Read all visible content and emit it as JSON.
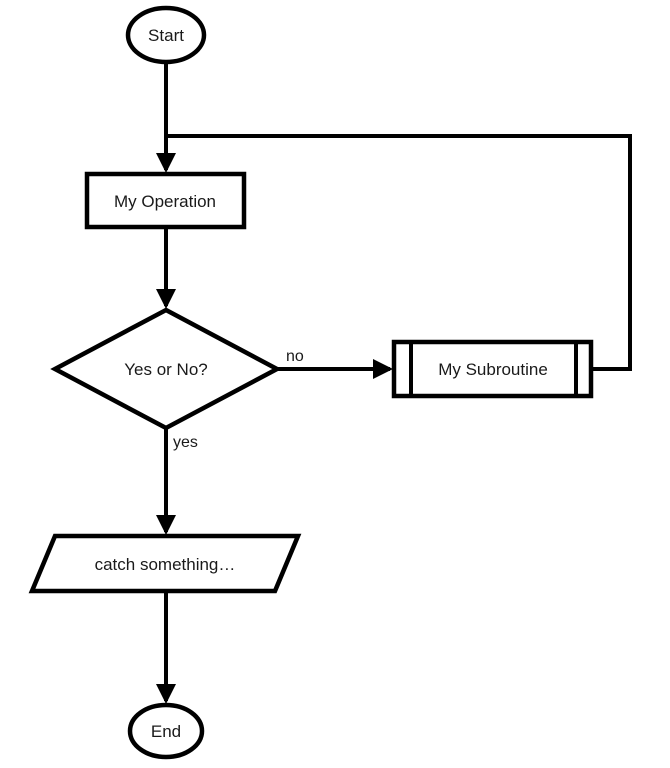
{
  "diagram": {
    "title": "flowchart",
    "colors": {
      "stroke": "#000000",
      "fill": "#ffffff",
      "text": "#1a1a1a"
    },
    "nodes": {
      "start": {
        "label": "Start",
        "type": "terminator"
      },
      "operation": {
        "label": "My Operation",
        "type": "process"
      },
      "decision": {
        "label": "Yes or No?",
        "type": "decision"
      },
      "subroutine": {
        "label": "My Subroutine",
        "type": "predefined-process"
      },
      "io": {
        "label": "catch something…",
        "type": "data"
      },
      "end": {
        "label": "End",
        "type": "terminator"
      }
    },
    "edges": {
      "start_to_operation": {
        "from": "start",
        "to": "operation",
        "label": ""
      },
      "operation_to_decision": {
        "from": "operation",
        "to": "decision",
        "label": ""
      },
      "decision_no": {
        "from": "decision",
        "to": "subroutine",
        "label": "no"
      },
      "subroutine_loop": {
        "from": "subroutine",
        "to": "operation",
        "label": ""
      },
      "decision_yes": {
        "from": "decision",
        "to": "io",
        "label": "yes"
      },
      "io_to_end": {
        "from": "io",
        "to": "end",
        "label": ""
      }
    }
  }
}
